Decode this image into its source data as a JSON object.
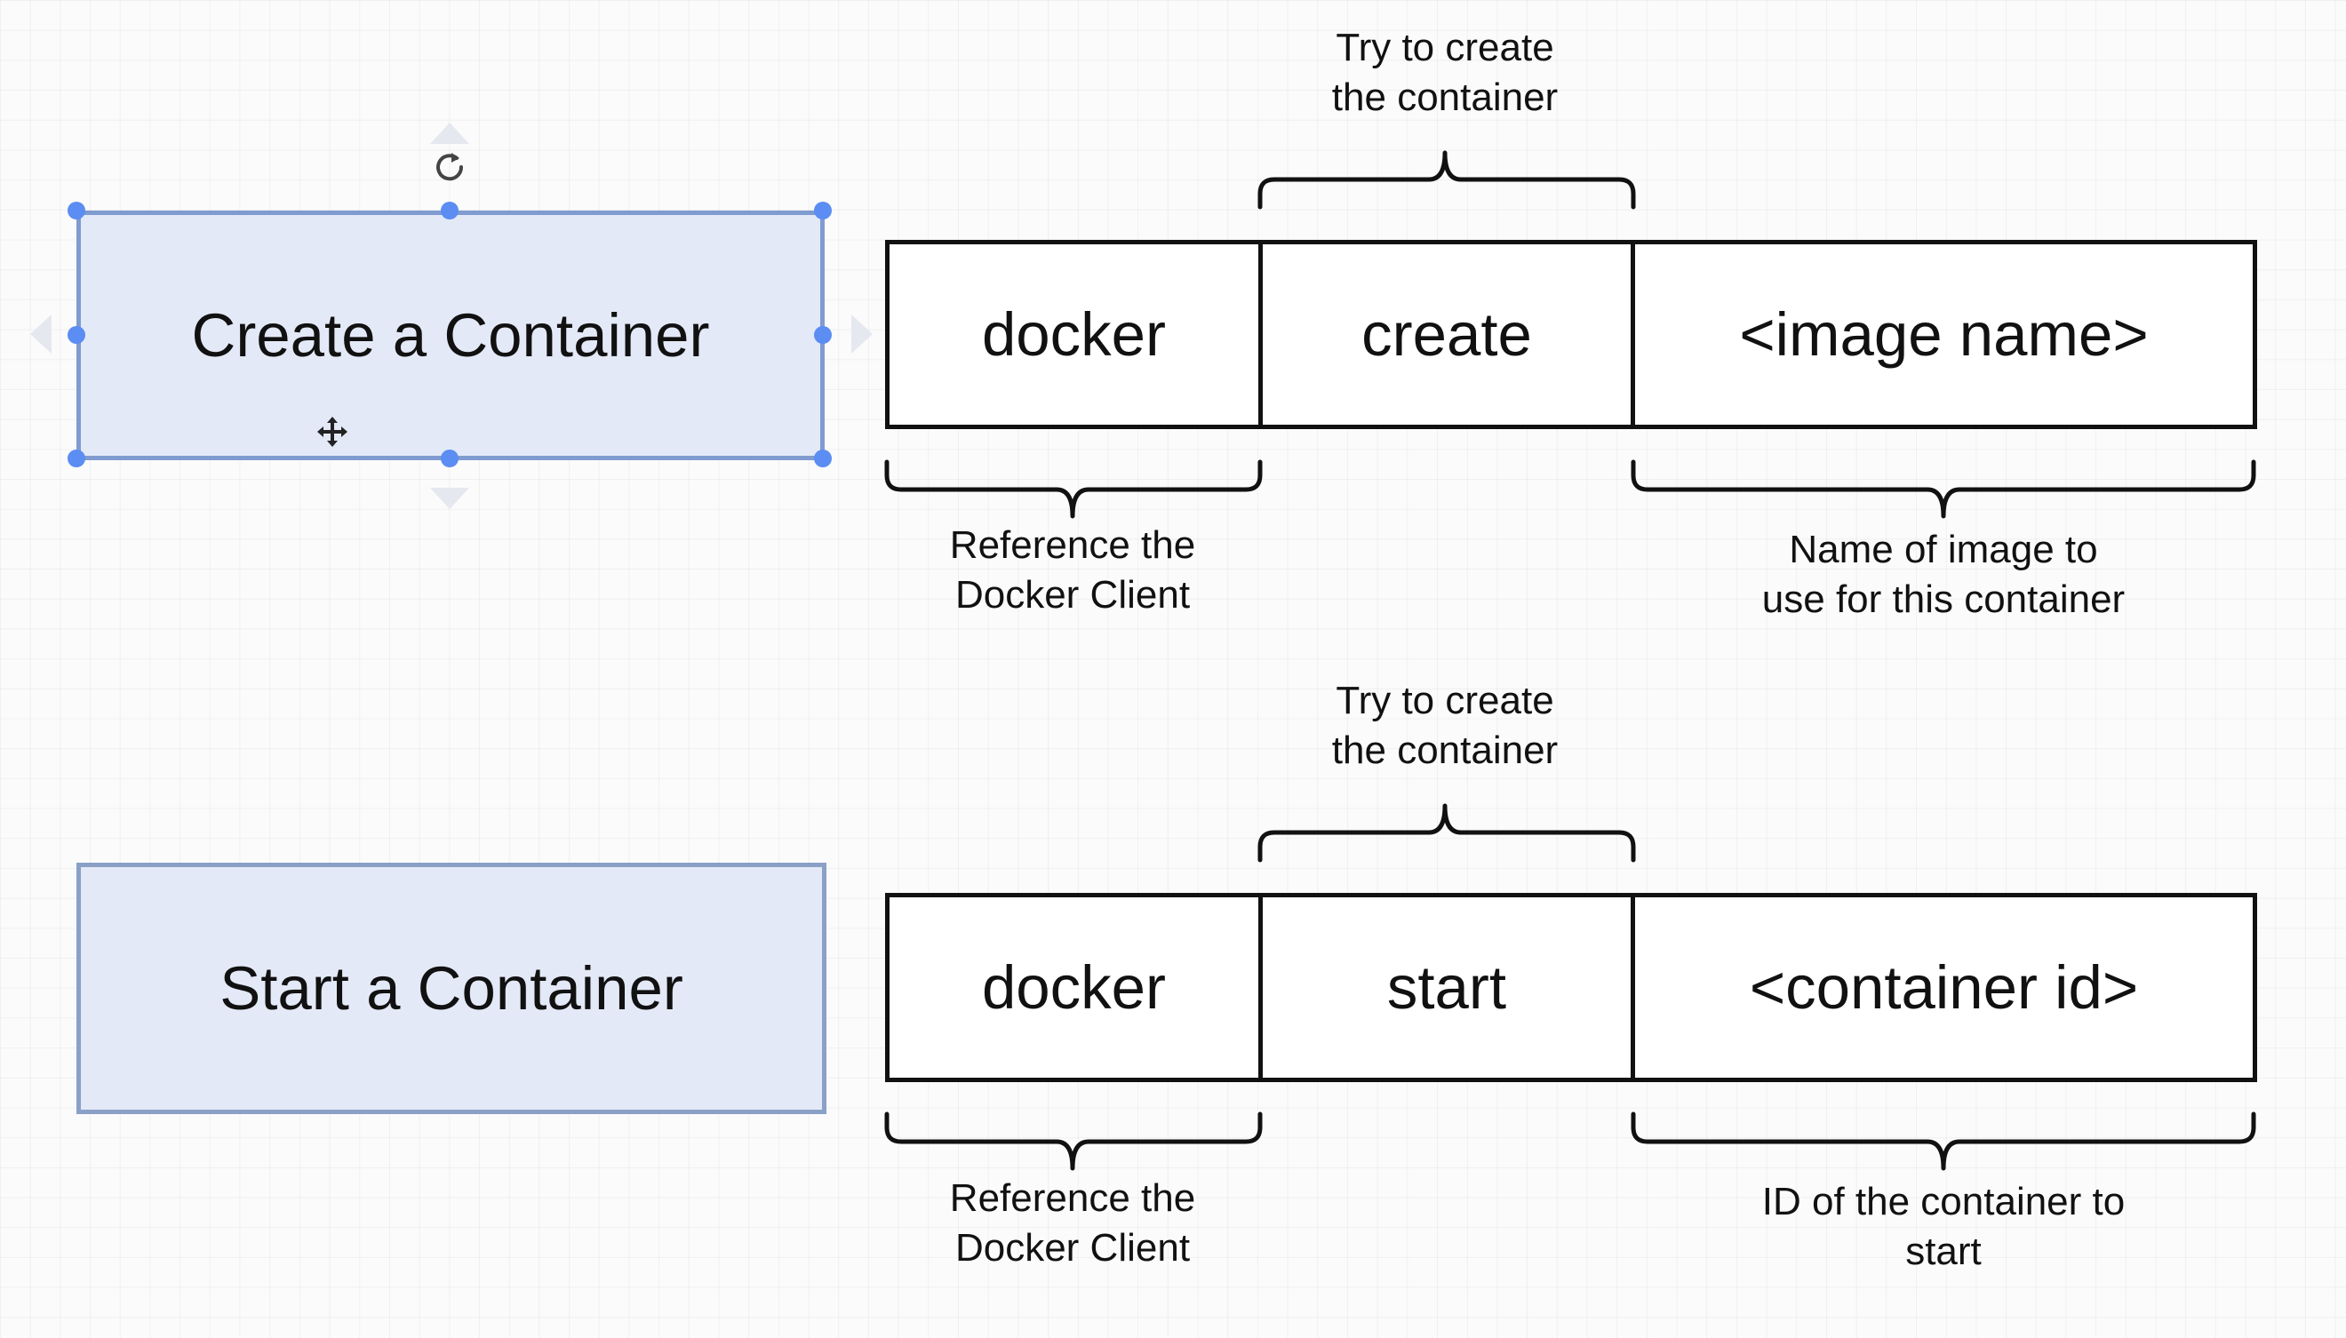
{
  "rows": [
    {
      "label": "Create a Container",
      "cells": [
        "docker",
        "create",
        "<image name>"
      ],
      "top_note": [
        "Try to create",
        "the container"
      ],
      "left_note": [
        "Reference the",
        "Docker Client"
      ],
      "right_note": [
        "Name of image to",
        "use for this container"
      ]
    },
    {
      "label": "Start a Container",
      "cells": [
        "docker",
        "start",
        "<container id>"
      ],
      "top_note": [
        "Try to create",
        "the container"
      ],
      "left_note": [
        "Reference the",
        "Docker Client"
      ],
      "right_note": [
        "ID of the container to",
        "start"
      ]
    }
  ],
  "colors": {
    "shape_fill": "#e3e9f7",
    "shape_border": "#8aa0c6",
    "selection_handle": "#5b8df2",
    "line": "#111111"
  },
  "icons": {
    "rotate": "rotate-icon",
    "move": "move-cursor-icon"
  }
}
